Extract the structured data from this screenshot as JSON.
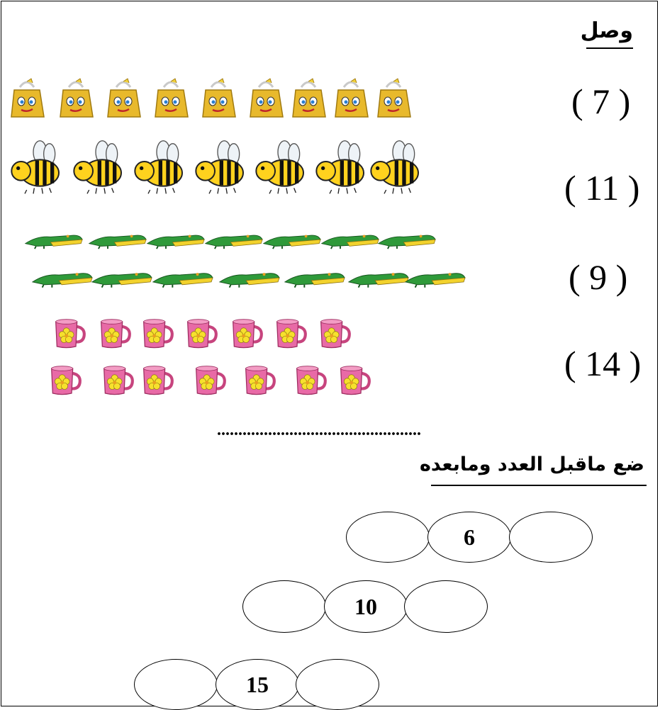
{
  "section1": {
    "title": "وصل",
    "numbers": [
      "( 7 )",
      "( 11 )",
      "( 9 )",
      "( 14 )"
    ]
  },
  "rows": {
    "bags": {
      "icon": "shopping-bag-icon",
      "count": 9
    },
    "bees": {
      "icon": "bee-icon",
      "count": 7
    },
    "crocodiles": {
      "icon": "crocodile-icon",
      "count": 14
    },
    "mugs": {
      "icon": "mug-icon",
      "count": 14
    }
  },
  "answer_line": "................................................",
  "section2": {
    "title": "ضع ماقبل العدد ومابعده",
    "items": [
      {
        "before": "",
        "number": "6",
        "after": ""
      },
      {
        "before": "",
        "number": "10",
        "after": ""
      },
      {
        "before": "",
        "number": "15",
        "after": ""
      }
    ]
  }
}
